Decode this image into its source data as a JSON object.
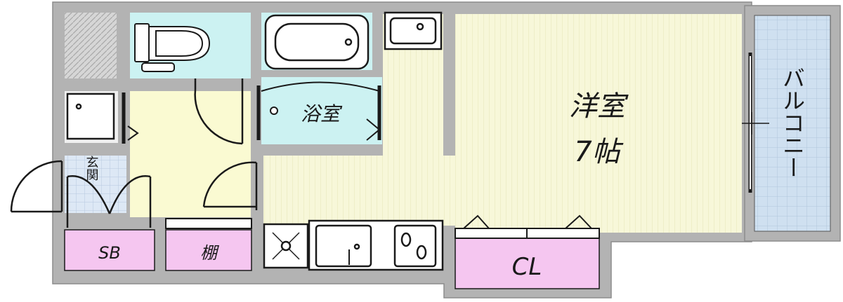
{
  "rooms": {
    "western_room": {
      "label": "洋室",
      "size": "7帖"
    },
    "bathroom": {
      "label": "浴室"
    },
    "entrance": {
      "label": "玄関"
    },
    "balcony": {
      "label": "バルコニー"
    },
    "shoe_box": {
      "label": "SB"
    },
    "shelf": {
      "label": "棚"
    },
    "closet": {
      "label": "CL"
    }
  },
  "colors": {
    "wall": "#b3b3b3",
    "western_room_floor": "#f7f7d9",
    "hall_floor": "#fafad2",
    "wet_area": "#ccf2f2",
    "balcony": "#cfe0f0",
    "storage": "#f5c6f0",
    "entrance_tile": "#dde8f5",
    "line": "#1a1a1a"
  }
}
